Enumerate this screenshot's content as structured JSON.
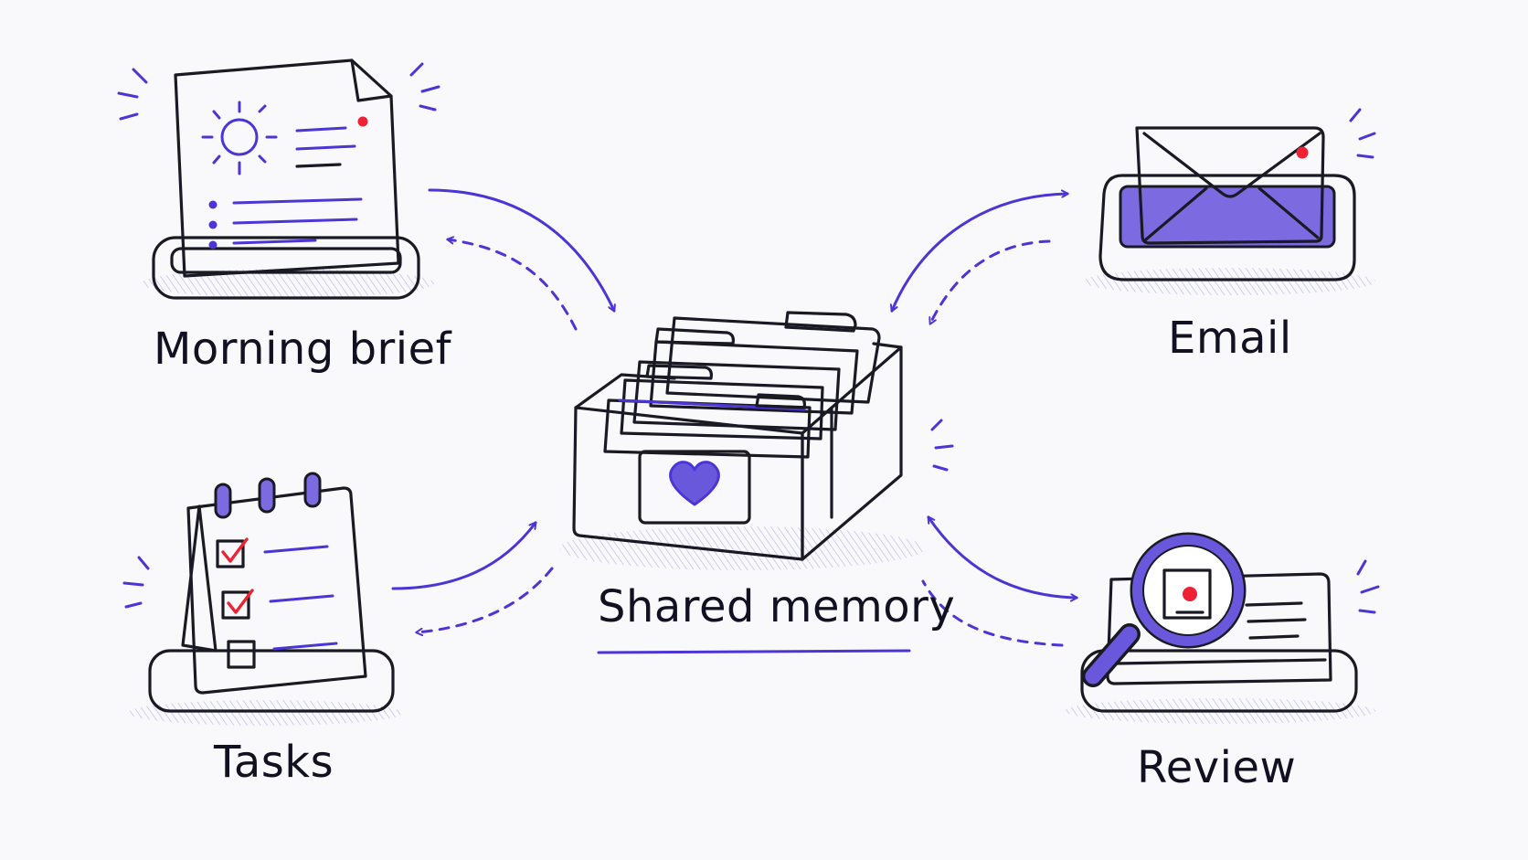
{
  "nodes": {
    "morning_brief": "Morning brief",
    "email": "Email",
    "shared_memory": "Shared memory",
    "tasks": "Tasks",
    "review": "Review"
  },
  "edges": [
    {
      "from": "Morning brief",
      "to": "Shared memory",
      "style": "solid"
    },
    {
      "from": "Shared memory",
      "to": "Morning brief",
      "style": "dashed"
    },
    {
      "from": "Shared memory",
      "to": "Email",
      "style": "solid"
    },
    {
      "from": "Email",
      "to": "Shared memory",
      "style": "dashed"
    },
    {
      "from": "Tasks",
      "to": "Shared memory",
      "style": "solid"
    },
    {
      "from": "Shared memory",
      "to": "Tasks",
      "style": "dashed"
    },
    {
      "from": "Shared memory",
      "to": "Review",
      "style": "solid"
    },
    {
      "from": "Review",
      "to": "Shared memory",
      "style": "dashed"
    }
  ],
  "colors": {
    "accent": "#4b35d6",
    "accent_fill": "#7b6ae0",
    "ink": "#1a1a24",
    "notification": "#ee2233",
    "background": "#f9f9fb"
  },
  "icons": {
    "morning_brief": "document-sun-icon",
    "email": "envelope-icon",
    "shared_memory": "card-file-box-heart-icon",
    "tasks": "checklist-calendar-icon",
    "review": "magnifier-card-icon"
  }
}
